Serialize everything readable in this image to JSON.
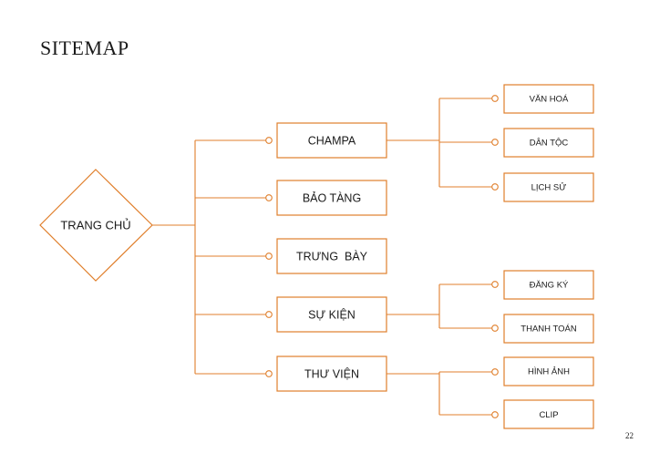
{
  "title": "SITEMAP",
  "page_number": "22",
  "colors": {
    "accent": "#e07f2c",
    "text": "#1a1a1a"
  },
  "root": {
    "label": "TRANG CHỦ"
  },
  "sections": [
    {
      "label": "CHAMPA",
      "children": [
        "VĂN HOÁ",
        "DÂN TỘC",
        "LỊCH SỬ"
      ]
    },
    {
      "label": "BẢO TÀNG",
      "children": []
    },
    {
      "label": "TRƯNG  BÀY",
      "children": []
    },
    {
      "label": "SỰ KIỆN",
      "children": [
        "ĐĂNG KÝ",
        "THANH TOÁN"
      ]
    },
    {
      "label": "THƯ VIỆN",
      "children": [
        "HÌNH ẢNH",
        "CLIP"
      ]
    }
  ]
}
